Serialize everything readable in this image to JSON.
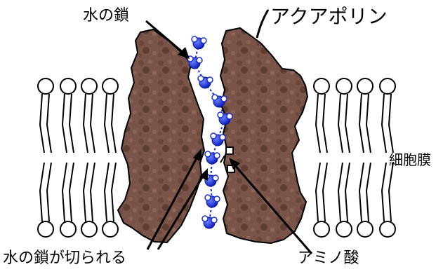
{
  "labels": {
    "water_chain": "水の鎖",
    "aquaporin": "アクアポリン",
    "cell_membrane": "細胞膜",
    "chain_cut": "水の鎖が切られる",
    "amino_acid": "アミノ酸"
  },
  "colors": {
    "protein": "#7a5448",
    "protein_dark": "#5a3a30",
    "water_blue": "#1a2fd6",
    "lipid_stroke": "#000000"
  }
}
